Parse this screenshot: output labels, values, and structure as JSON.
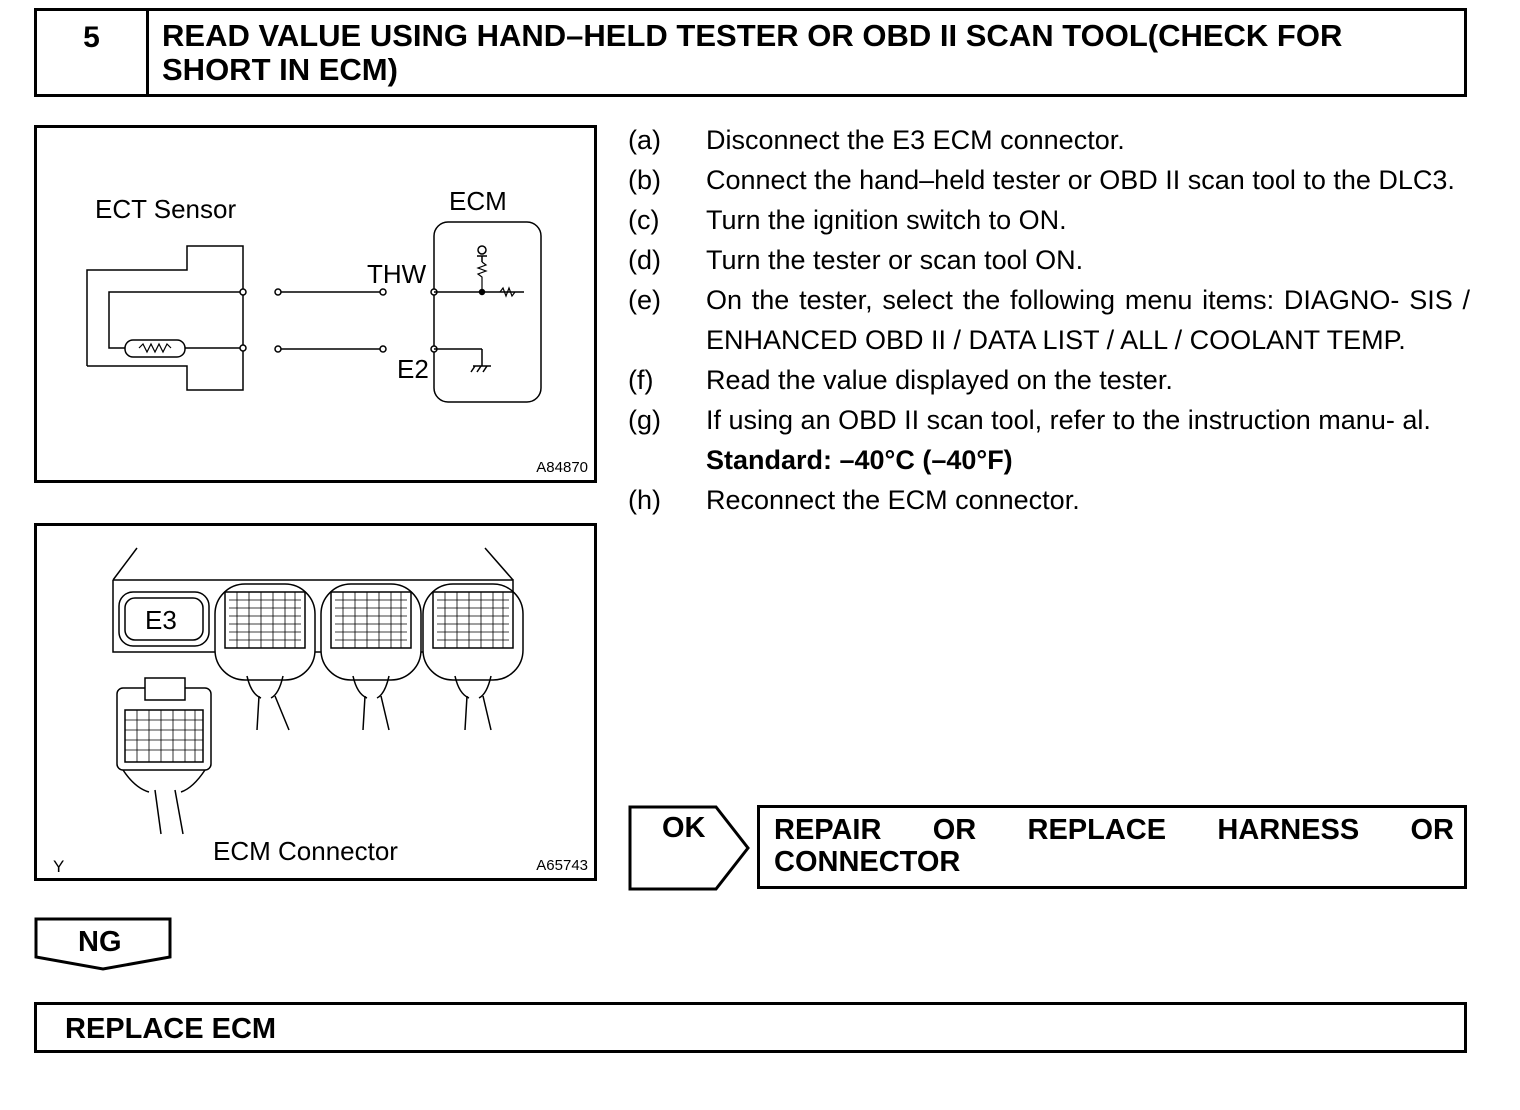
{
  "header": {
    "step_number": "5",
    "title": "READ VALUE USING HAND–HELD TESTER OR OBD II SCAN TOOL(CHECK FOR SHORT IN ECM)"
  },
  "figure1": {
    "sensor_label": "ECT Sensor",
    "ecm_label": "ECM",
    "thw_label": "THW",
    "e2_label": "E2",
    "code": "A84870"
  },
  "figure2": {
    "e3_label": "E3",
    "caption": "ECM Connector",
    "corner_mark": "Y",
    "code": "A65743"
  },
  "steps": [
    {
      "letter": "(a)",
      "text": "Disconnect the E3 ECM connector."
    },
    {
      "letter": "(b)",
      "text": "Connect the hand–held tester or OBD II scan tool to the DLC3."
    },
    {
      "letter": "(c)",
      "text": "Turn the ignition switch to ON."
    },
    {
      "letter": "(d)",
      "text": "Turn the tester or scan tool ON."
    },
    {
      "letter": "(e)",
      "text": "On the tester, select the following menu items: DIAGNO- SIS / ENHANCED OBD II / DATA LIST / ALL / COOLANT TEMP."
    },
    {
      "letter": "(f)",
      "text": "Read the value displayed on the tester."
    },
    {
      "letter": "(g)",
      "text": "If using an OBD II scan tool, refer to the instruction manu- al."
    },
    {
      "letter": "(h)",
      "text": "Reconnect the ECM connector."
    }
  ],
  "standard": "Standard: –40°C (–40°F)",
  "ok": {
    "label": "OK",
    "words": [
      "REPAIR",
      "OR",
      "REPLACE",
      "HARNESS",
      "OR"
    ],
    "line2": "CONNECTOR"
  },
  "ng": {
    "label": "NG"
  },
  "result": {
    "text": "REPLACE ECM"
  }
}
